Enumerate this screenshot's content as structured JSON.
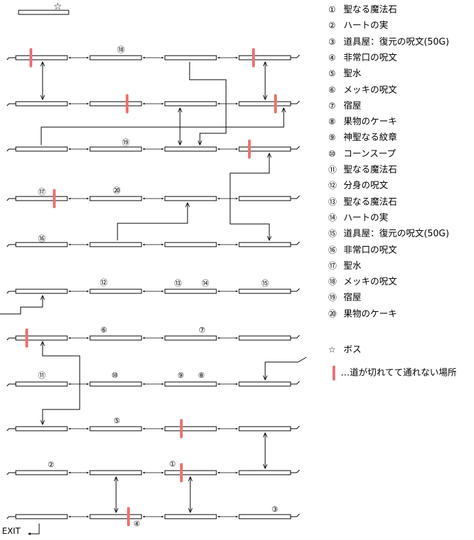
{
  "boss_symbol": "☆",
  "exit_label": "EXIT",
  "legend": [
    {
      "mark": "①",
      "text": "聖なる魔法石"
    },
    {
      "mark": "②",
      "text": "ハートの実"
    },
    {
      "mark": "③",
      "text": "道具屋：復元の呪文(50G)"
    },
    {
      "mark": "④",
      "text": "非常口の呪文"
    },
    {
      "mark": "⑤",
      "text": "聖水"
    },
    {
      "mark": "⑥",
      "text": "メッキの呪文"
    },
    {
      "mark": "⑦",
      "text": "宿屋"
    },
    {
      "mark": "⑧",
      "text": "果物のケーキ"
    },
    {
      "mark": "⑨",
      "text": "神聖なる紋章"
    },
    {
      "mark": "⑩",
      "text": "コーンスープ"
    },
    {
      "mark": "⑪",
      "text": "聖なる魔法石"
    },
    {
      "mark": "⑫",
      "text": "分身の呪文"
    },
    {
      "mark": "⑬",
      "text": "聖なる魔法石"
    },
    {
      "mark": "⑭",
      "text": "ハートの実"
    },
    {
      "mark": "⑮",
      "text": "道具屋：復元の呪文(50G)"
    },
    {
      "mark": "⑯",
      "text": "非常口の呪文"
    },
    {
      "mark": "⑰",
      "text": "聖水"
    },
    {
      "mark": "⑱",
      "text": "メッキの呪文"
    },
    {
      "mark": "⑲",
      "text": "宿屋"
    },
    {
      "mark": "⑳",
      "text": "果物のケーキ"
    }
  ],
  "legend_boss": {
    "mark": "☆",
    "text": "ボス"
  },
  "legend_blocked": {
    "text": "…道が切れてて通れない場所"
  },
  "colors": {
    "blocked": "#f07070",
    "line": "#000000"
  },
  "platform_labels": [
    {
      "id": "l18",
      "text": "⑱"
    },
    {
      "id": "l19",
      "text": "⑲"
    },
    {
      "id": "l17",
      "text": "⑰"
    },
    {
      "id": "l20",
      "text": "⑳"
    },
    {
      "id": "l16",
      "text": "⑯"
    },
    {
      "id": "l12",
      "text": "⑫"
    },
    {
      "id": "l13",
      "text": "⑬"
    },
    {
      "id": "l14",
      "text": "⑭"
    },
    {
      "id": "l15",
      "text": "⑮"
    },
    {
      "id": "l6",
      "text": "⑥"
    },
    {
      "id": "l7",
      "text": "⑦"
    },
    {
      "id": "l11",
      "text": "⑪"
    },
    {
      "id": "l10",
      "text": "⑩"
    },
    {
      "id": "l9",
      "text": "⑨"
    },
    {
      "id": "l8",
      "text": "⑧"
    },
    {
      "id": "l5",
      "text": "⑤"
    },
    {
      "id": "l2",
      "text": "②"
    },
    {
      "id": "l1",
      "text": "①"
    },
    {
      "id": "l3",
      "text": "③"
    },
    {
      "id": "l4",
      "text": "④"
    }
  ]
}
